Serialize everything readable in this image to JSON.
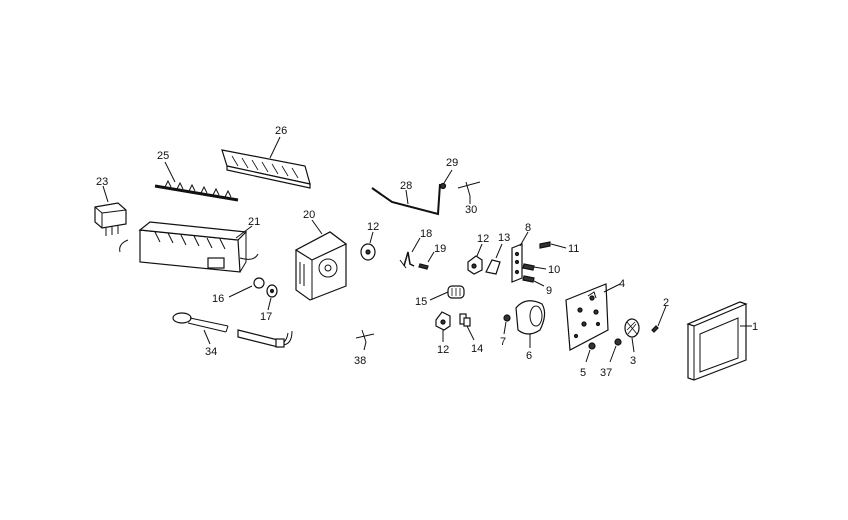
{
  "diagram": {
    "labels": {
      "l1": "1",
      "l2": "2",
      "l3": "3",
      "l4": "4",
      "l5": "5",
      "l6": "6",
      "l7": "7",
      "l8": "8",
      "l9": "9",
      "l10": "10",
      "l11": "11",
      "l12a": "12",
      "l12b": "12",
      "l12c": "12",
      "l13": "13",
      "l14": "14",
      "l15": "15",
      "l16": "16",
      "l17": "17",
      "l18": "18",
      "l19": "19",
      "l20": "20",
      "l21": "21",
      "l23": "23",
      "l25": "25",
      "l26": "26",
      "l28": "28",
      "l29": "29",
      "l30": "30",
      "l34": "34",
      "l37": "37",
      "l38": "38"
    }
  }
}
